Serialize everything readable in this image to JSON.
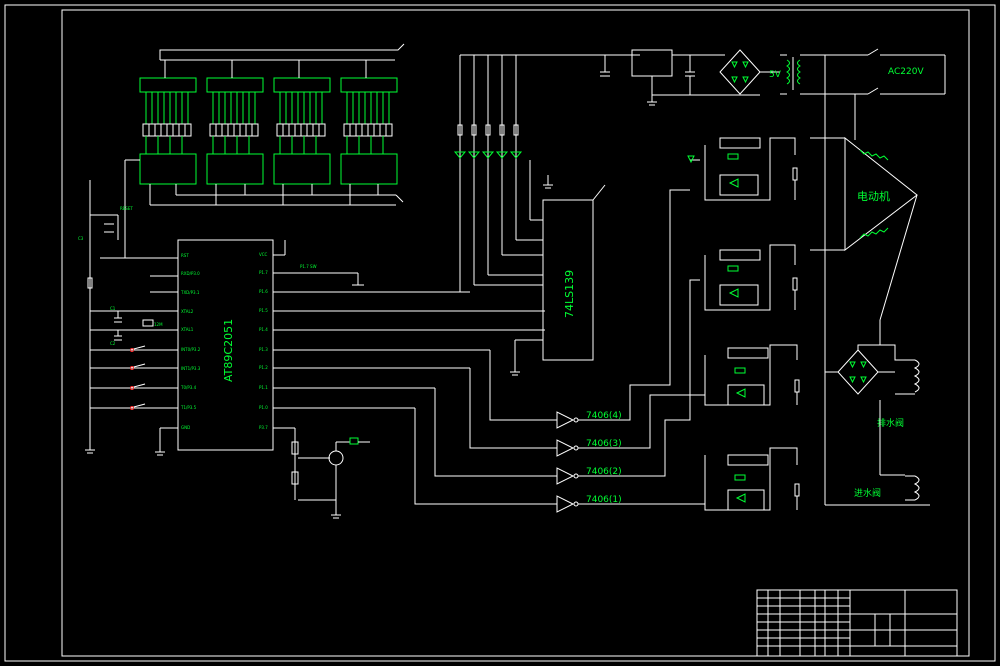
{
  "diagram": {
    "mcu": {
      "label": "AT89C2051"
    },
    "decoder": {
      "label": "74LS139"
    },
    "inverters": [
      "7406(4)",
      "7406(3)",
      "7406(2)",
      "7406(1)"
    ],
    "power": {
      "mains_label": "AC220V",
      "dc_label": "5V"
    },
    "motor_label": "电动机",
    "drain_valve_label": "排水阀",
    "inlet_valve_label": "进水阀"
  },
  "colors": {
    "background": "#000000",
    "wire": "#ffffff",
    "component": "#00ff33",
    "accent": "#ff3333"
  }
}
